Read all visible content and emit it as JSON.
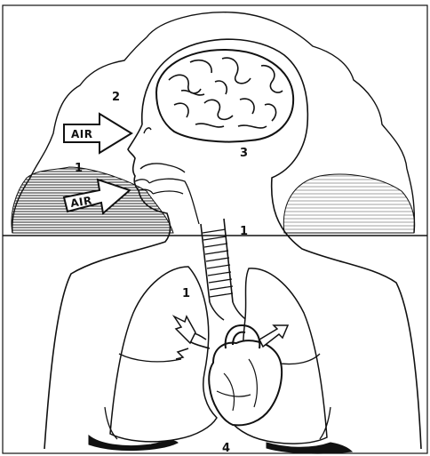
{
  "labels": {
    "l1_head": "1",
    "l1_neck": "1",
    "l1_lung": "1",
    "l2": "2",
    "l3": "3",
    "l4": "4"
  },
  "arrows": {
    "nose": "AIR",
    "mouth": "AIR"
  },
  "colors": {
    "ink": "#111111",
    "paper": "#ffffff"
  }
}
